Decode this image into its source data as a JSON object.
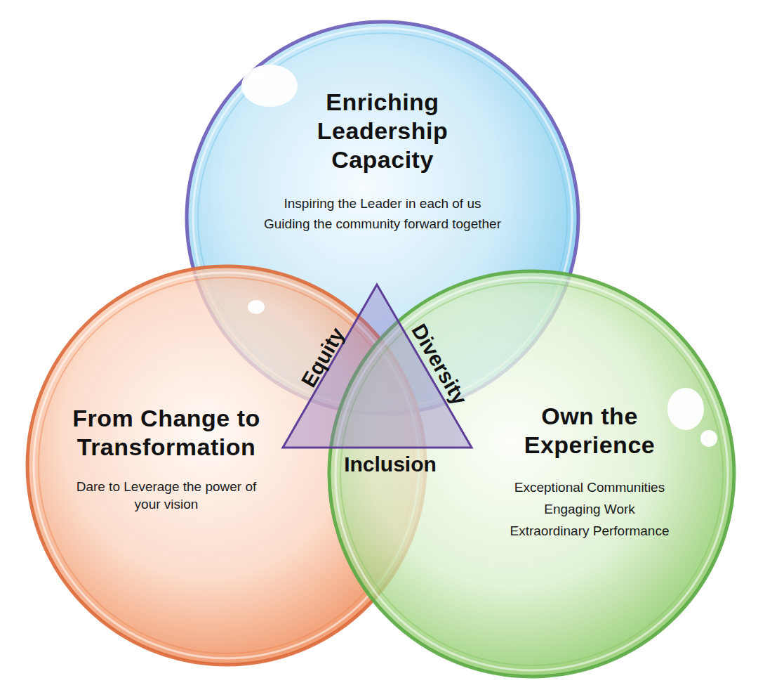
{
  "diagram": {
    "nodes": [
      {
        "text": [
          "Enriching Leadership Capacity",
          "Inspiring the Leader in each of us",
          "Guiding the community forward together"
        ]
      },
      {
        "text": [
          "From Change to Transformation",
          "Dare to Leverage the power of your vision"
        ]
      },
      {
        "text": [
          "Own the Experience",
          "Exceptional Communities",
          "Engaging Work",
          "Extraordinary Performance"
        ]
      },
      {
        "text": [
          "Equity",
          "Diversity",
          "Inclusion"
        ]
      }
    ]
  }
}
